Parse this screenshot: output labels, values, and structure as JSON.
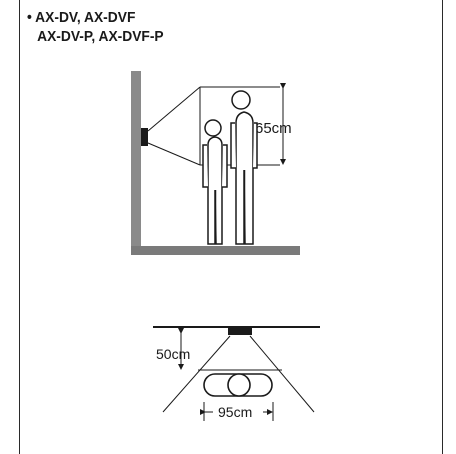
{
  "header": {
    "bullet": "•",
    "line1": "AX-DV, AX-DVF",
    "line2": "AX-DV-P, AX-DVF-P"
  },
  "side_view": {
    "height_label": "65cm"
  },
  "top_view": {
    "distance_label": "50cm",
    "width_label": "95cm"
  },
  "colors": {
    "line": "#1a1a1a",
    "wall": "#8a8a8a",
    "floor": "#7a7a7a"
  }
}
